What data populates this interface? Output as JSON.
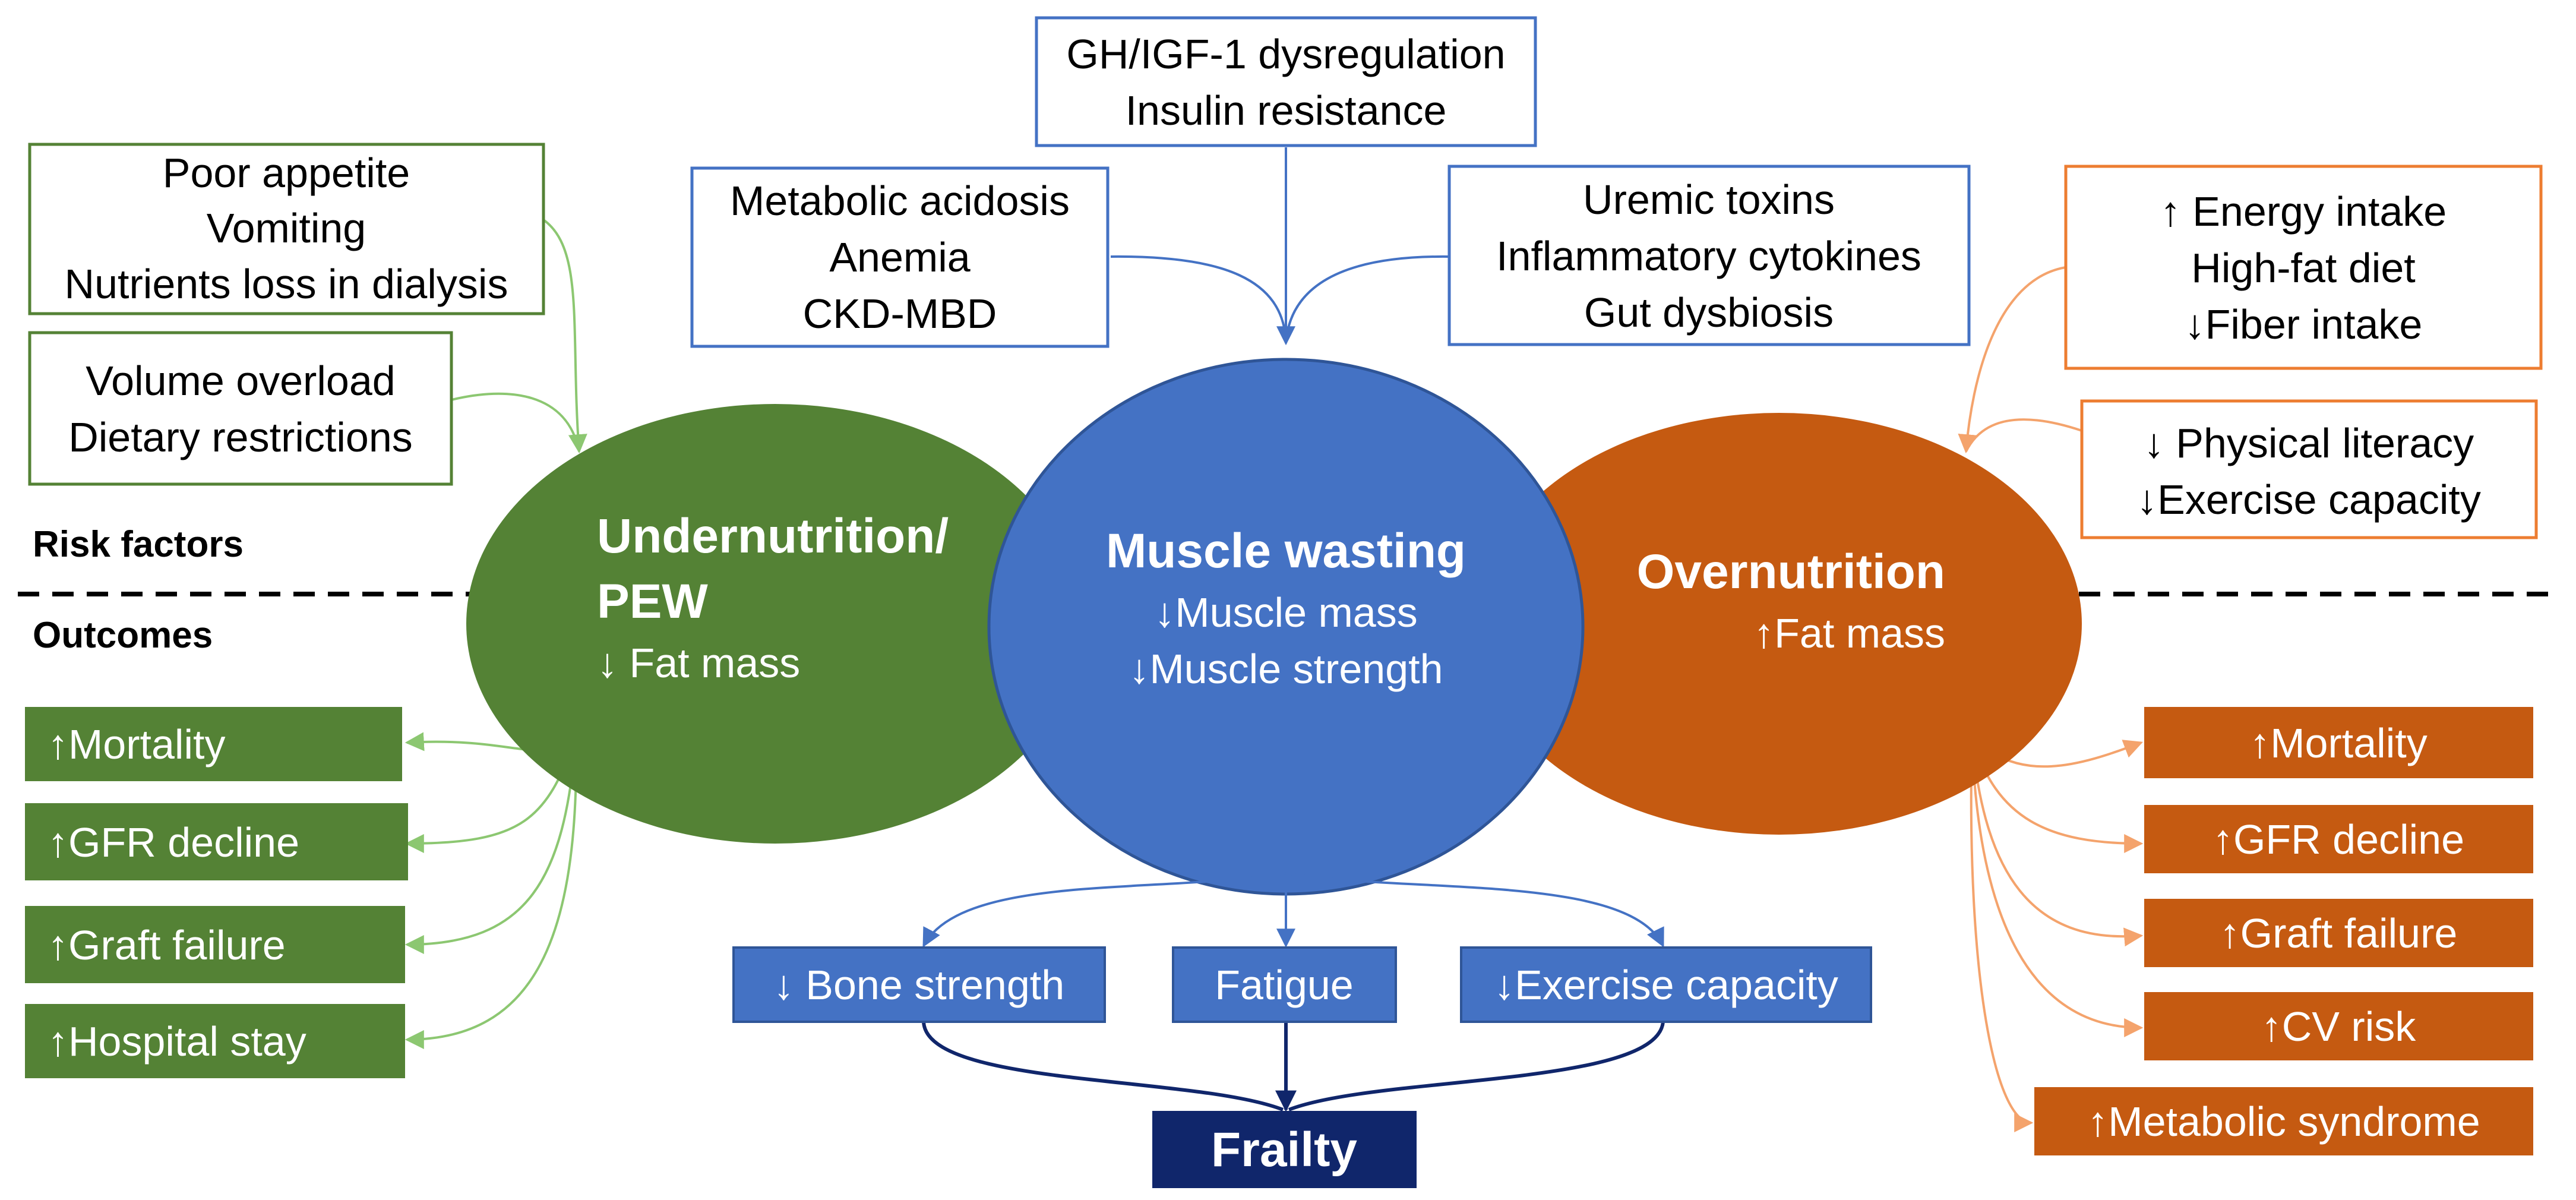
{
  "section_labels": {
    "risk_factors": "Risk factors",
    "outcomes": "Outcomes"
  },
  "top_box": {
    "lines": [
      "GH/IGF-1 dysregulation",
      "Insulin resistance"
    ]
  },
  "left_middle_box": {
    "lines": [
      "Metabolic acidosis",
      "Anemia",
      "CKD-MBD"
    ]
  },
  "right_middle_box": {
    "lines": [
      "Uremic toxins",
      "Inflammatory cytokines",
      "Gut dysbiosis"
    ]
  },
  "left_risk_box_1": {
    "lines": [
      "Poor appetite",
      "Vomiting",
      "Nutrients loss in dialysis"
    ]
  },
  "left_risk_box_2": {
    "lines": [
      "Volume overload",
      "Dietary restrictions"
    ]
  },
  "right_risk_box_1": {
    "lines": [
      "↑ Energy intake",
      "High-fat diet",
      "↓Fiber intake"
    ]
  },
  "right_risk_box_2": {
    "lines": [
      "↓ Physical literacy",
      "↓Exercise capacity"
    ]
  },
  "undernutrition": {
    "title_line1": "Undernutrition/",
    "title_line2": "PEW",
    "detail": "↓ Fat mass"
  },
  "muscle_wasting": {
    "title": "Muscle wasting",
    "detail_1": "↓Muscle mass",
    "detail_2": "↓Muscle strength"
  },
  "overnutrition": {
    "title": "Overnutrition",
    "detail": "↑Fat mass"
  },
  "left_outcomes": [
    "↑Mortality",
    "↑GFR decline",
    "↑Graft failure",
    "↑Hospital stay"
  ],
  "right_outcomes": [
    "↑Mortality",
    "↑GFR decline",
    "↑Graft failure",
    "↑CV risk",
    "↑Metabolic syndrome"
  ],
  "consequences": [
    "↓ Bone strength",
    "Fatigue",
    "↓Exercise capacity"
  ],
  "frailty": "Frailty",
  "colors": {
    "green": "#548235",
    "green_line": "#8cc771",
    "blue": "#4472c4",
    "blue_dark": "#1f3f7f",
    "navy": "#10266b",
    "orange": "#c55a11",
    "orange_line": "#f4a36c",
    "orange_box_border": "#ed7d31"
  }
}
